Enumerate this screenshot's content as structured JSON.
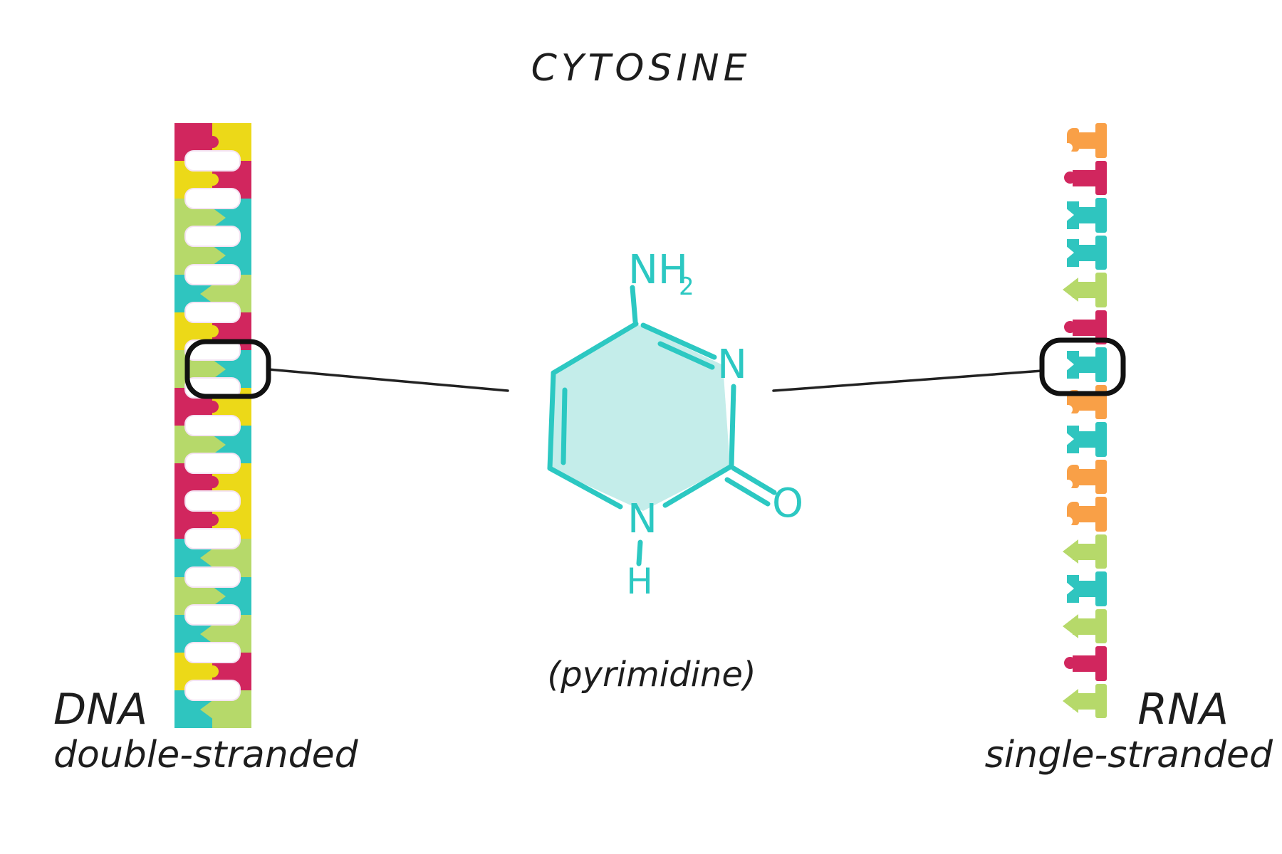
{
  "title": "CYTOSINE",
  "subtitle": "(pyrimidine)",
  "molecule": {
    "fill": "#c4edea",
    "stroke": "#2cc8c2",
    "labels": {
      "amine": "NH",
      "amine_sub": "2",
      "ring_n_right": "N",
      "ring_n_bottom": "N",
      "bottom_h": "H",
      "oxygen": "O"
    }
  },
  "colors": {
    "magenta": "#d1265e",
    "yellow": "#ecd918",
    "green": "#b6d96a",
    "teal": "#2fc5bf",
    "orange": "#f9a047",
    "outline": "#f4e3f3",
    "black": "#1d1d1d"
  },
  "dna": {
    "label_line1": "DNA",
    "label_line2": "double-stranded",
    "highlight_index": 6,
    "rungs": [
      {
        "left": "magenta",
        "right": "yellow",
        "link": "knob"
      },
      {
        "left": "yellow",
        "right": "magenta",
        "link": "knob"
      },
      {
        "left": "green",
        "right": "teal",
        "link": "chevron"
      },
      {
        "left": "green",
        "right": "teal",
        "link": "chevron"
      },
      {
        "left": "teal",
        "right": "green",
        "link": "chevron"
      },
      {
        "left": "yellow",
        "right": "magenta",
        "link": "knob"
      },
      {
        "left": "green",
        "right": "teal",
        "link": "chevron"
      },
      {
        "left": "magenta",
        "right": "yellow",
        "link": "knob"
      },
      {
        "left": "green",
        "right": "teal",
        "link": "chevron"
      },
      {
        "left": "magenta",
        "right": "yellow",
        "link": "knob"
      },
      {
        "left": "magenta",
        "right": "yellow",
        "link": "knob"
      },
      {
        "left": "teal",
        "right": "green",
        "link": "chevron"
      },
      {
        "left": "green",
        "right": "teal",
        "link": "chevron"
      },
      {
        "left": "teal",
        "right": "green",
        "link": "chevron"
      },
      {
        "left": "yellow",
        "right": "magenta",
        "link": "knob"
      },
      {
        "left": "teal",
        "right": "green",
        "link": "chevron"
      }
    ]
  },
  "rna": {
    "label_line1": "RNA",
    "label_line2": "single-stranded",
    "highlight_index": 6,
    "pieces": [
      {
        "color": "orange",
        "feature": "socket"
      },
      {
        "color": "magenta",
        "feature": "knob"
      },
      {
        "color": "teal",
        "feature": "fork"
      },
      {
        "color": "teal",
        "feature": "fork"
      },
      {
        "color": "green",
        "feature": "point"
      },
      {
        "color": "magenta",
        "feature": "knob"
      },
      {
        "color": "teal",
        "feature": "fork"
      },
      {
        "color": "orange",
        "feature": "socket"
      },
      {
        "color": "teal",
        "feature": "fork"
      },
      {
        "color": "orange",
        "feature": "socket"
      },
      {
        "color": "orange",
        "feature": "socket"
      },
      {
        "color": "green",
        "feature": "point"
      },
      {
        "color": "teal",
        "feature": "fork"
      },
      {
        "color": "green",
        "feature": "point"
      },
      {
        "color": "magenta",
        "feature": "knob"
      },
      {
        "color": "green",
        "feature": "point"
      }
    ]
  }
}
